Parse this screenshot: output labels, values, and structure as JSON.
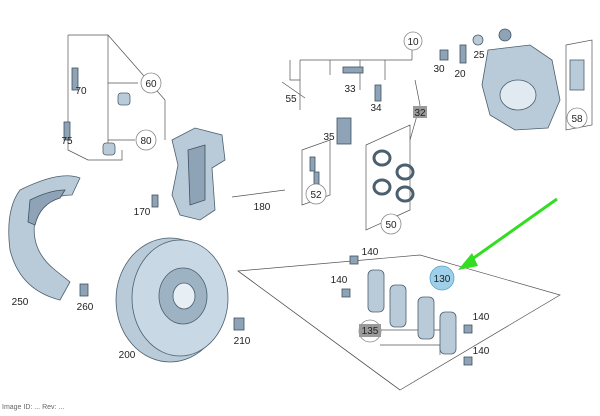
{
  "diagram": {
    "callouts": {
      "c10": "10",
      "c20": "20",
      "c25": "25",
      "c30": "30",
      "c32": "32",
      "c33": "33",
      "c34": "34",
      "c35": "35",
      "c50": "50",
      "c52": "52",
      "c55": "55",
      "c58": "58",
      "c60": "60",
      "c70": "70",
      "c75": "75",
      "c80": "80",
      "c130": "130",
      "c135": "135",
      "c140a": "140",
      "c140b": "140",
      "c140c": "140",
      "c140d": "140",
      "c170": "170",
      "c180": "180",
      "c200": "200",
      "c210": "210",
      "c250": "250",
      "c260": "260"
    },
    "footer_text": "Image ID: ... Rev: ...",
    "colors": {
      "part_fill": "#b9cbd9",
      "highlight_fill": "#9fd0ea",
      "arrow": "#33dd22",
      "boxed_label_bg": "#9a9a9a"
    },
    "highlighted_callout": "130"
  }
}
